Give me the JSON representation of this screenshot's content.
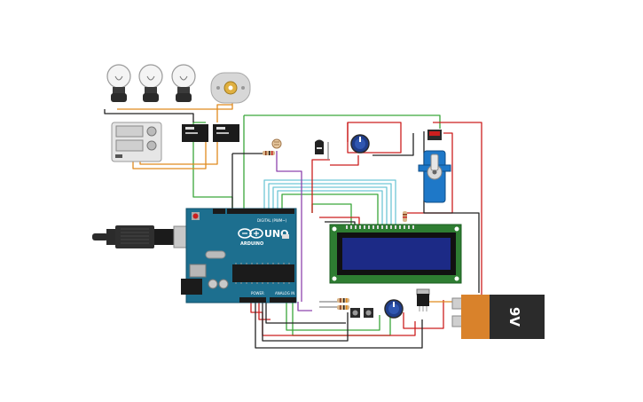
{
  "board": {
    "brand": "ARDUINO",
    "model": "UNO",
    "digital_label": "DIGITAL (PWM~)",
    "power_label": "POWER",
    "analog_label": "ANALOG IN"
  },
  "battery": {
    "label": "9V"
  },
  "colors": {
    "board": "#1d6f8f",
    "lcd_pcb": "#2e7d32",
    "lcd_screen": "#1c2a86",
    "battery_body": "#d9822b",
    "battery_top": "#2b2b2b",
    "servo": "#1e78c8",
    "wire_red": "#cc1f1f",
    "wire_black": "#222222",
    "wire_green": "#3aa63a",
    "wire_orange": "#e08a1e",
    "wire_cyan": "#6fc6d6",
    "wire_purple": "#8e44ad"
  }
}
